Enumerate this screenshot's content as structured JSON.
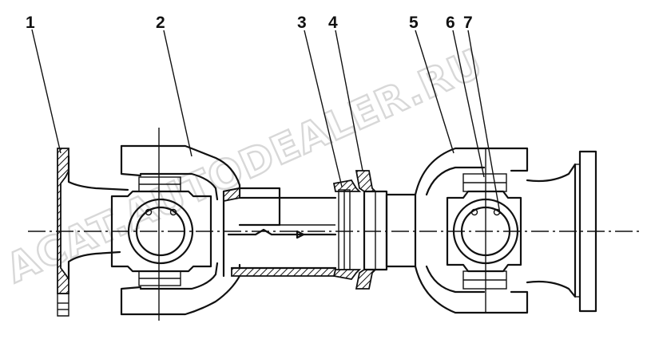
{
  "callouts": [
    {
      "id": "1",
      "label": "1"
    },
    {
      "id": "2",
      "label": "2"
    },
    {
      "id": "3",
      "label": "3"
    },
    {
      "id": "4",
      "label": "4"
    },
    {
      "id": "5",
      "label": "5"
    },
    {
      "id": "6",
      "label": "6"
    },
    {
      "id": "7",
      "label": "7"
    }
  ],
  "watermark": {
    "text": "ACAT.AUTODEALER.RU",
    "color": "#d8d8d8"
  },
  "colors": {
    "line": "#111111",
    "background": "#ffffff"
  }
}
